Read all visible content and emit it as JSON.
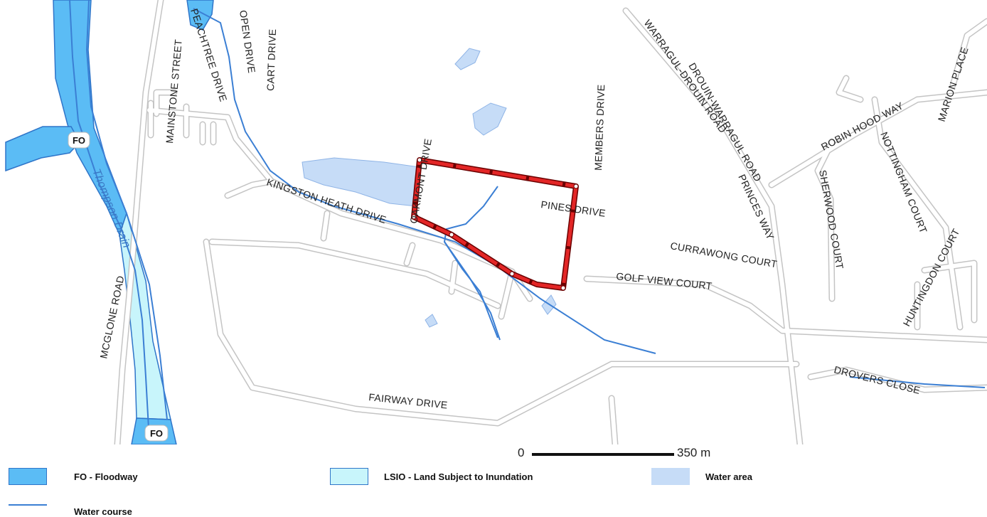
{
  "map": {
    "streets": {
      "peachtree": "PEACHTREE DRIVE",
      "open": "OPEN DRIVE",
      "cart": "CART DRIVE",
      "mainstone": "MAINSTONE STREET",
      "kingston": "KINGSTON HEATH DRIVE",
      "oakmont": "OAKMONT DRIVE",
      "pines": "PINES DRIVE",
      "members": "MEMBERS DRIVE",
      "warragul_drouin": "WARRAGUL-DROUIN ROAD",
      "drouin_warragul": "DROUIN-WARRAGUL ROAD",
      "princes": "PRINCES WAY",
      "robin_hood": "ROBIN HOOD WAY",
      "nottingham": "NOTTINGHAM COURT",
      "marion": "MARION PLACE",
      "sherwood": "SHERWOOD COURT",
      "huntingdon": "HUNTINGDON COURT",
      "currawong": "CURRAWONG COURT",
      "golf_view": "GOLF VIEW COURT",
      "mcglone": "MCGLONE ROAD",
      "fairway": "FAIRWAY DRIVE",
      "drovers": "DROVERS CLOSE"
    },
    "drain_label": "Thompson Drain",
    "overlay_tag_top": "FO",
    "overlay_tag_bottom": "FO"
  },
  "scale": {
    "start": "0",
    "end": "350 m"
  },
  "legend": {
    "floodway": "FO - Floodway",
    "lsio": "LSIO - Land Subject to Inundation",
    "water_area": "Water area",
    "water_course": "Water course"
  },
  "colors": {
    "floodway": "#5bbcf5",
    "floodway_border": "#2f75c9",
    "lsio": "#c8f5fb",
    "water_area": "#c6dcf7",
    "water_course": "#3b7fd4",
    "road_casing": "#c4c4c4",
    "site_boundary": "#e32626"
  }
}
